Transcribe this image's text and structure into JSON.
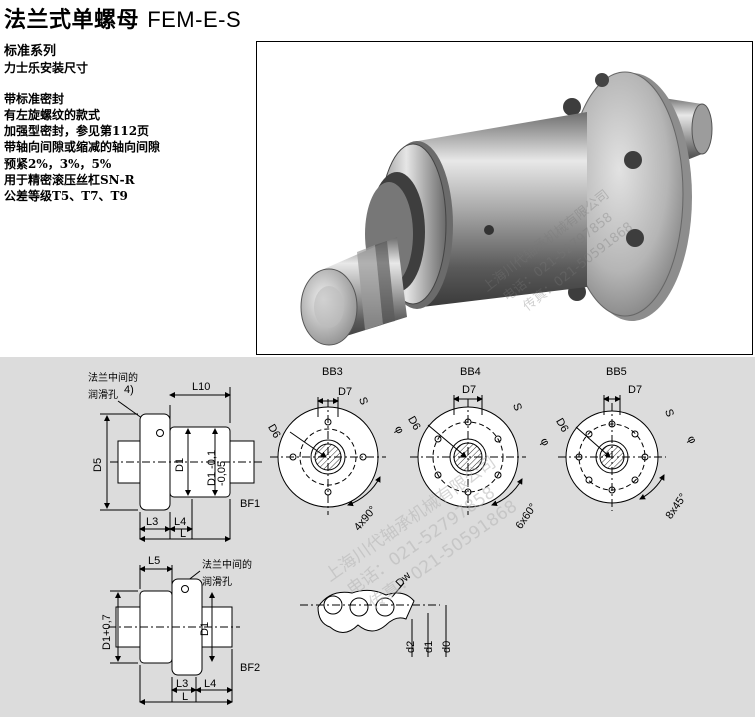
{
  "title": {
    "cn": "法兰式单螺母",
    "code": "FEM-E-S"
  },
  "spec": {
    "series": "标准系列",
    "mount": "力士乐安装尺寸",
    "features": [
      "带标准密封",
      "有左旋螺纹的款式",
      "加强型密封，参见第112页",
      "带轴向间隙或缩减的轴向间隙",
      "预紧2%，3%，5%",
      "用于精密滚压丝杠SN-R",
      "公差等级T5、T7、T9"
    ]
  },
  "drawing": {
    "lube_label_1": "法兰中间的",
    "lube_label_2": "润滑孔",
    "lube_sup": "4)",
    "lube2_label_1": "法兰中间的",
    "lube2_label_2": "润滑孔",
    "bf1": "BF1",
    "bf2": "BF2",
    "bb3": "BB3",
    "bb4": "BB4",
    "bb5": "BB5",
    "dim_L10": "L10",
    "dim_L3": "L3",
    "dim_L4": "L4",
    "dim_L": "L",
    "dim_L5": "L5",
    "dim_D5": "D5",
    "dim_D1": "D1",
    "dim_D1_tol": "D1 -0,1",
    "dim_D1_tol2": "-0,05",
    "dim_D7": "D7",
    "dim_D6": "D6",
    "dim_S": "S",
    "dim_phi": "φ",
    "dim_4x90": "4x90°",
    "dim_6x60": "6x60°",
    "dim_8x45": "8x45°",
    "dim_Dw": "Dw",
    "dim_d2": "d2",
    "dim_d1": "d1",
    "dim_d0": "d0",
    "dim_D1_07": "D1+0,7"
  },
  "watermark": {
    "company": "上海川代轴承机械有限公司",
    "phone": "电话：021-52797858",
    "fax": "传真：021-50591868",
    "short": "上海川代轴承机械有限公司"
  }
}
